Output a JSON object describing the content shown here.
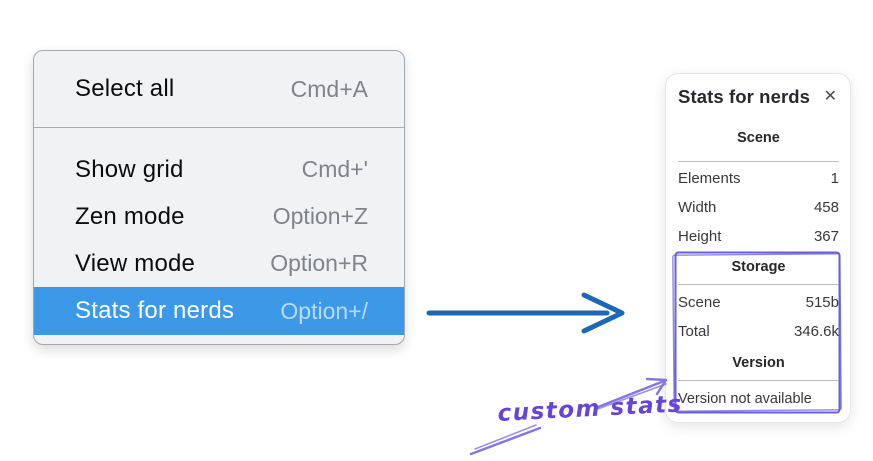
{
  "menu": {
    "items": [
      {
        "label": "Select all",
        "shortcut": "Cmd+A",
        "highlighted": false
      },
      {
        "label": "Show grid",
        "shortcut": "Cmd+'",
        "highlighted": false
      },
      {
        "label": "Zen mode",
        "shortcut": "Option+Z",
        "highlighted": false
      },
      {
        "label": "View mode",
        "shortcut": "Option+R",
        "highlighted": false
      },
      {
        "label": "Stats for nerds",
        "shortcut": "Option+/",
        "highlighted": true
      }
    ],
    "highlight_color": "#3b99e8"
  },
  "stats_panel": {
    "title": "Stats for nerds",
    "close_icon": "✕",
    "scene_section": {
      "title": "Scene",
      "rows": [
        {
          "label": "Elements",
          "value": "1"
        },
        {
          "label": "Width",
          "value": "458"
        },
        {
          "label": "Height",
          "value": "367"
        }
      ]
    },
    "storage_section": {
      "title": "Storage",
      "rows": [
        {
          "label": "Scene",
          "value": "515b"
        },
        {
          "label": "Total",
          "value": "346.6k"
        }
      ]
    },
    "version_section": {
      "title": "Version",
      "note": "Version not available"
    }
  },
  "annotation": {
    "label": "custom stats",
    "text_color": "#6445d8",
    "arrow_color": "#8477e3",
    "box_color": "#6b5ed8"
  },
  "flow_arrow": {
    "color": "#1c68b5"
  }
}
